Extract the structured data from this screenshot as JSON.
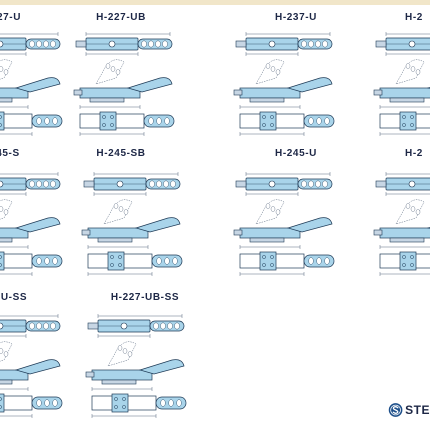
{
  "sheet": {
    "titles": [
      "27-U",
      "H-227-UB",
      "H-237-U",
      "H-2",
      "45-S",
      "H-245-SB",
      "H-245-U",
      "H-2",
      "-U-SS",
      "H-227-UB-SS"
    ]
  },
  "brand": {
    "text": "STE",
    "logo_icon": "s-circle-logo-icon"
  },
  "colors": {
    "part_fill": "#a9d4ea",
    "part_stroke": "#1e3a56",
    "dim_line": "#5a6a80",
    "title": "#1d2746",
    "bolt_fill": "#c7d6e4"
  }
}
